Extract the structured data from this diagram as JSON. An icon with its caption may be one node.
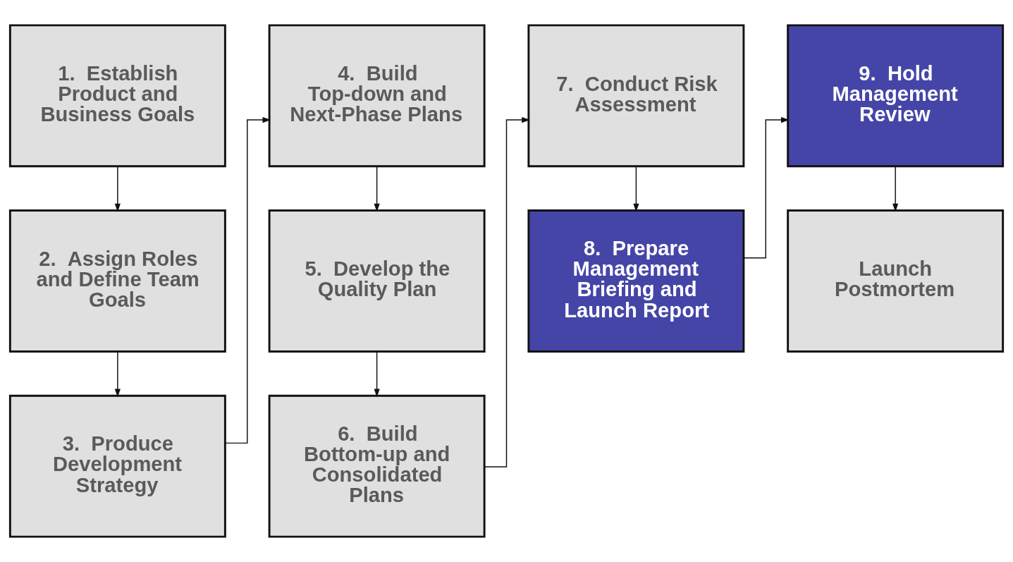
{
  "diagram": {
    "nodes": [
      {
        "text": [
          "1.  Establish Product and Business Goals"
        ]
      },
      {
        "text": [
          "2.  Assign Roles and Define Team Goals"
        ]
      },
      {
        "text": [
          "3.  Produce Development Strategy"
        ]
      },
      {
        "text": [
          "4.  Build Top-down and Next-Phase Plans"
        ]
      },
      {
        "text": [
          "5.  Develop the Quality Plan"
        ]
      },
      {
        "text": [
          "6.  Build Bottom-up and Consolidated Plans"
        ]
      },
      {
        "text": [
          "7.  Conduct Risk Assessment"
        ]
      },
      {
        "text": [
          "8.  Prepare Management Briefing and Launch Report"
        ]
      },
      {
        "text": [
          "9.  Hold Management Review"
        ]
      },
      {
        "text": [
          "Launch Postmortem"
        ]
      }
    ],
    "edges": [
      {
        "from": 0,
        "to": 1,
        "arrow": "to"
      },
      {
        "from": 1,
        "to": 2,
        "arrow": "to"
      },
      {
        "from": 2,
        "to": 3,
        "arrow": "to"
      },
      {
        "from": 3,
        "to": 4,
        "arrow": "to"
      },
      {
        "from": 4,
        "to": 5,
        "arrow": "to"
      },
      {
        "from": 5,
        "to": 6,
        "arrow": "to"
      },
      {
        "from": 6,
        "to": 7,
        "arrow": "to"
      },
      {
        "from": 7,
        "to": 8,
        "arrow": "to"
      },
      {
        "from": 8,
        "to": 9,
        "arrow": "to"
      }
    ]
  }
}
